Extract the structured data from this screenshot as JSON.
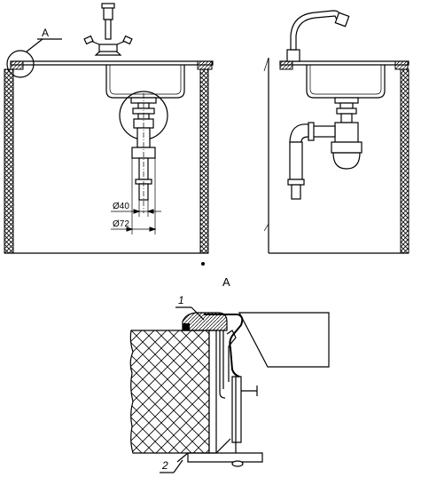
{
  "labels": {
    "detail_marker": "A",
    "detail_title": "A",
    "dim_outlet": "Ø40",
    "dim_trap": "Ø72",
    "callout_1": "1",
    "callout_2": "2"
  },
  "colors": {
    "ink": "#000000",
    "paper": "#ffffff"
  }
}
